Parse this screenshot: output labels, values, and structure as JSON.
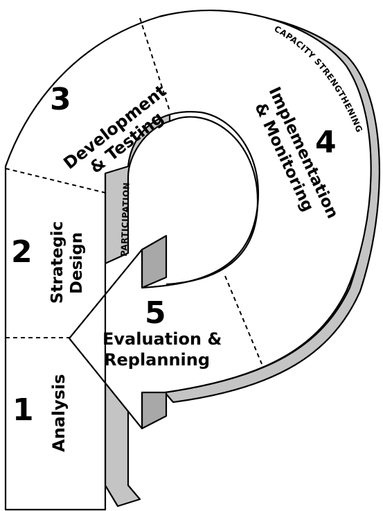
{
  "stages": [
    {
      "number": "1",
      "label_lines": [
        "Analysis"
      ]
    },
    {
      "number": "2",
      "label_lines": [
        "Strategic",
        "Design"
      ]
    },
    {
      "number": "3",
      "label_lines": [
        "Development",
        "& Testing"
      ]
    },
    {
      "number": "4",
      "label_lines": [
        "Implementation",
        "& Monitoring"
      ]
    },
    {
      "number": "5",
      "label_lines": [
        "Evaluation &",
        "Replanning"
      ]
    }
  ],
  "bands": {
    "outer": "CAPACITY STRENGTHENING",
    "inner": "PARTICIPATION"
  },
  "colors": {
    "face": "#ffffff",
    "side": "#c4c4c4",
    "side_dark": "#a8a8a8",
    "ink": "#000000"
  }
}
